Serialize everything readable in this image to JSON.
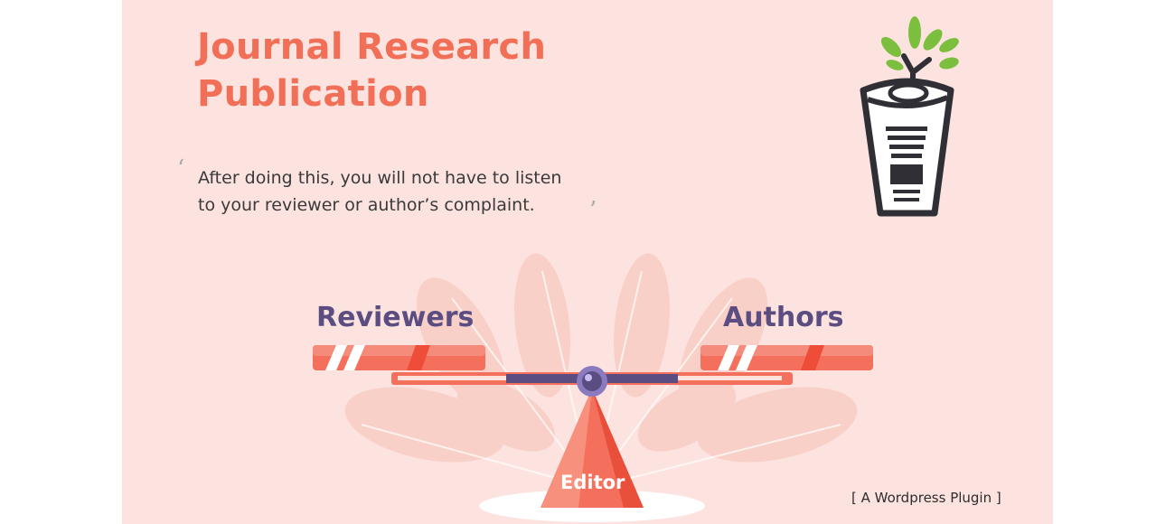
{
  "banner": {
    "title_line1": "Journal Research",
    "title_line2": "Publication",
    "quote_open": "‘",
    "quote_line1": "After doing this, you will not have to listen",
    "quote_line2": "to your reviewer or author’s complaint.",
    "quote_close": "’",
    "label_left": "Reviewers",
    "label_right": "Authors",
    "label_center": "Editor",
    "tagline": "[ A Wordpress Plugin ]"
  },
  "colors": {
    "background": "#fde3df",
    "title": "#f26f57",
    "label": "#5b4d82",
    "accent_coral": "#f4705c",
    "leaf_green": "#7cbf3f",
    "logo_dark": "#2f2f35"
  },
  "icons": {
    "logo": "newspaper-sprout-icon",
    "scale": "seesaw-balance-illustration"
  }
}
